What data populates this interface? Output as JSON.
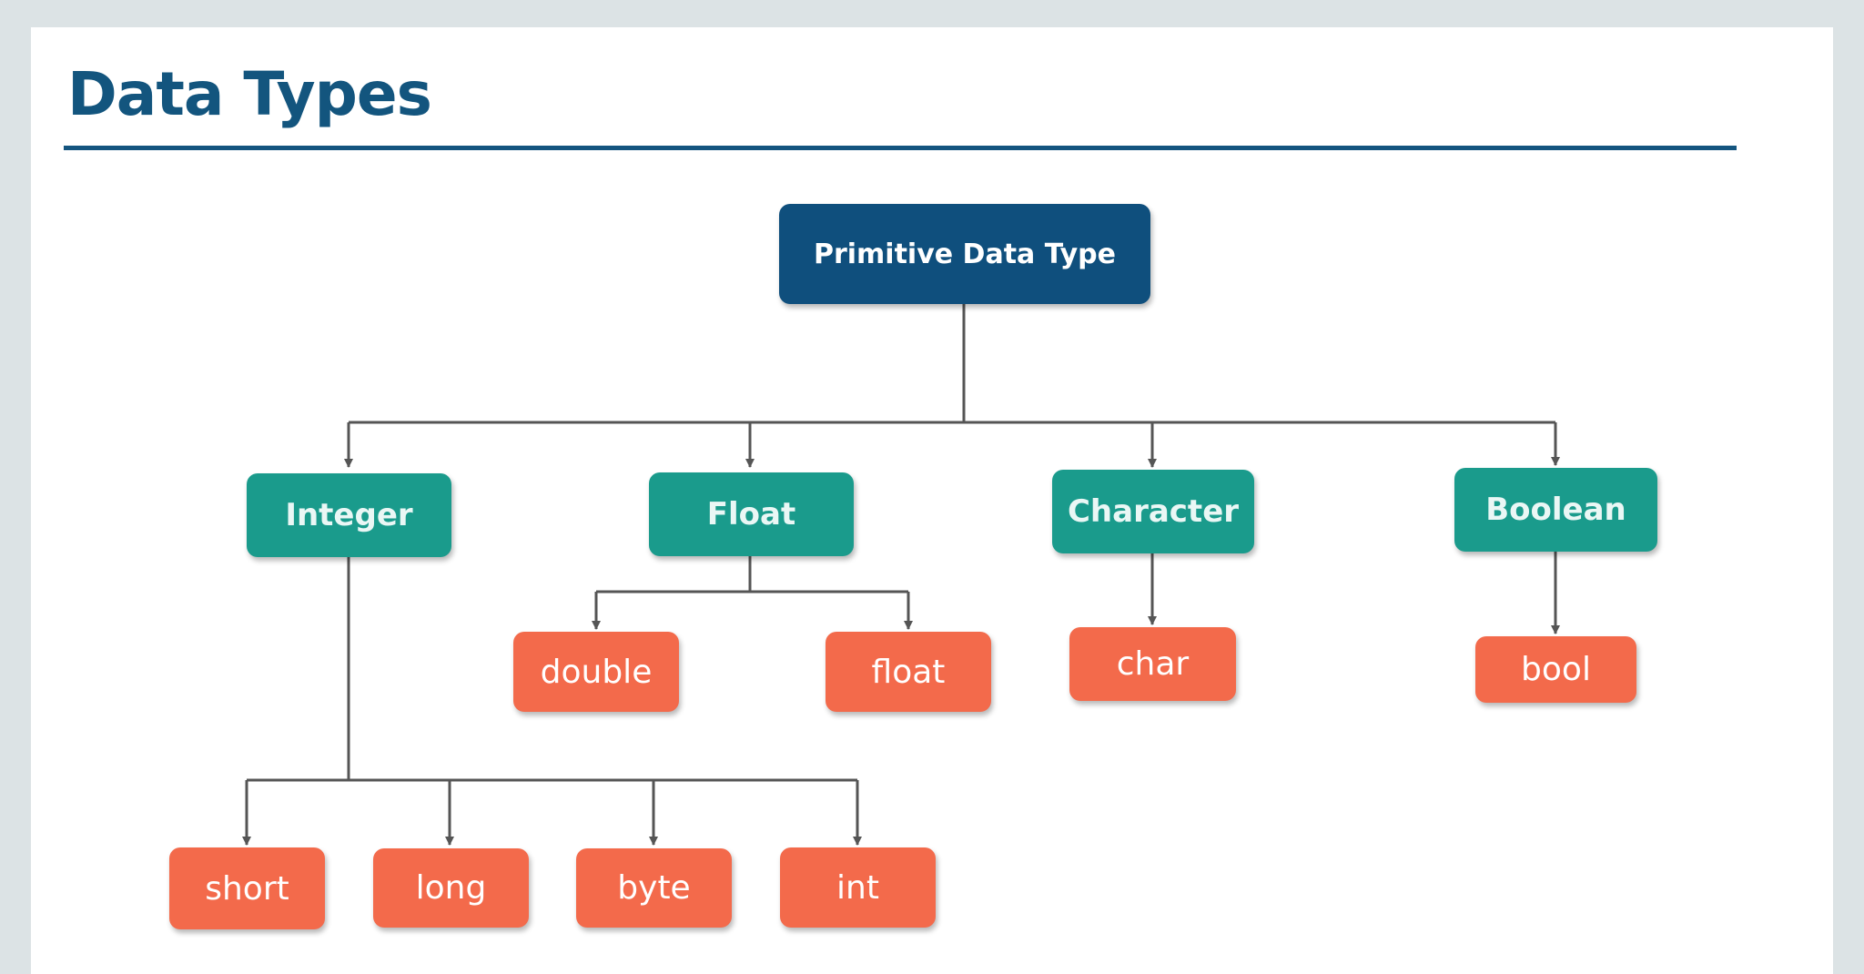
{
  "title": "Data Types",
  "colors": {
    "title": "#13557e",
    "root": "#0f4f7d",
    "category": "#1a9b8c",
    "leaf": "#f36a4b",
    "connector": "#555555"
  },
  "diagram": {
    "root": {
      "id": "primitive",
      "label": "Primitive Data Type"
    },
    "categories": [
      {
        "id": "integer",
        "label": "Integer",
        "children": [
          {
            "id": "short",
            "label": "short"
          },
          {
            "id": "long",
            "label": "long"
          },
          {
            "id": "byte",
            "label": "byte"
          },
          {
            "id": "int",
            "label": "int"
          }
        ]
      },
      {
        "id": "float",
        "label": "Float",
        "children": [
          {
            "id": "double",
            "label": "double"
          },
          {
            "id": "float-leaf",
            "label": "float"
          }
        ]
      },
      {
        "id": "character",
        "label": "Character",
        "children": [
          {
            "id": "char",
            "label": "char"
          }
        ]
      },
      {
        "id": "boolean",
        "label": "Boolean",
        "children": [
          {
            "id": "bool",
            "label": "bool"
          }
        ]
      }
    ]
  }
}
